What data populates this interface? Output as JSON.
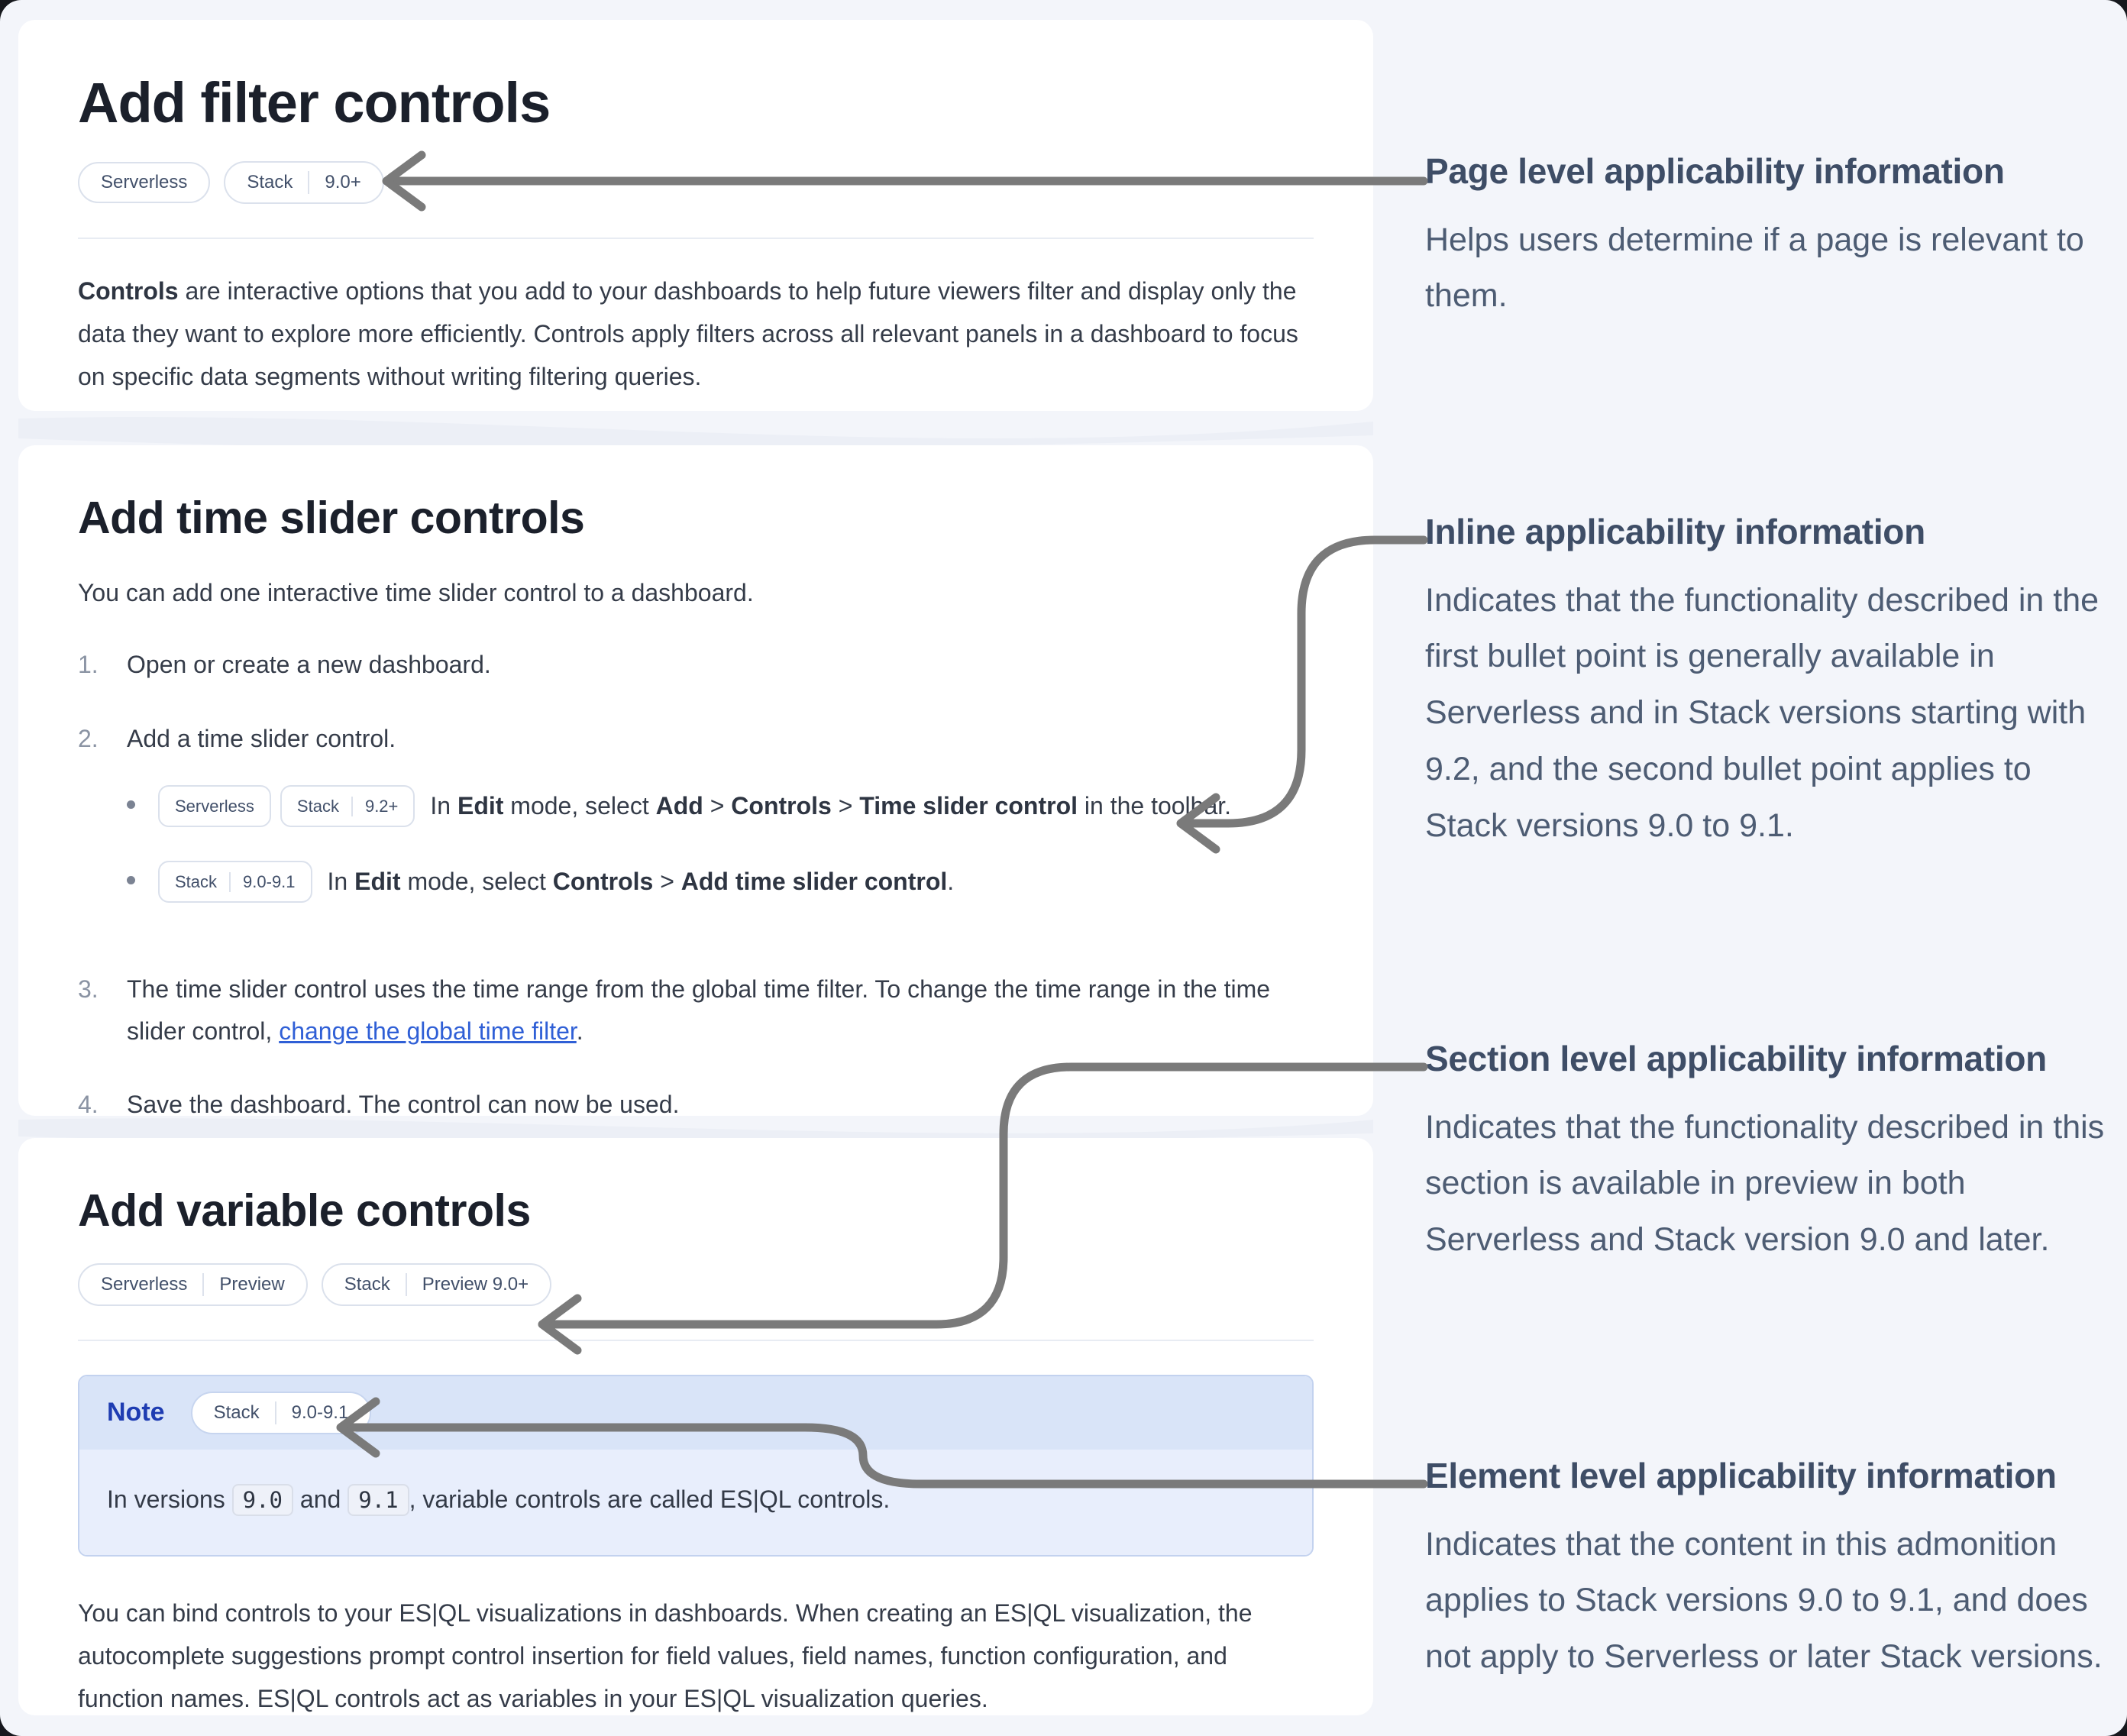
{
  "theme": {
    "page_bg": "#f3f5fa",
    "card_bg": "#ffffff",
    "arrow_color": "#7a7a7a",
    "link_color": "#2f5fd6",
    "note_header_bg": "#d9e4f8",
    "note_body_bg": "#e8eefc",
    "note_label_color": "#1e3cb2",
    "annotation_text_color": "#4d5c73"
  },
  "cards": [
    {
      "heading": "Add filter controls",
      "badges": [
        [
          "Serverless"
        ],
        [
          "Stack",
          "9.0+"
        ]
      ],
      "paragraph": [
        {
          "t": "bold",
          "v": "Controls"
        },
        {
          "t": "text",
          "v": " are interactive options that you add to your dashboards to help future viewers filter and display only the data they want to explore more efficiently. Controls apply filters across all relevant panels in a dashboard to focus on specific data segments without writing filtering queries."
        }
      ]
    },
    {
      "heading": "Add time slider controls",
      "intro": "You can add one interactive time slider control to a dashboard.",
      "steps": [
        {
          "num": "1.",
          "segments": [
            {
              "t": "text",
              "v": "Open or create a new dashboard."
            }
          ]
        },
        {
          "num": "2.",
          "segments": [
            {
              "t": "text",
              "v": "Add a time slider control."
            }
          ],
          "bullets": [
            {
              "badges": [
                [
                  "Serverless"
                ],
                [
                  "Stack",
                  "9.2+"
                ]
              ],
              "segments": [
                {
                  "t": "text",
                  "v": "In "
                },
                {
                  "t": "bold",
                  "v": "Edit"
                },
                {
                  "t": "text",
                  "v": " mode, select "
                },
                {
                  "t": "bold",
                  "v": "Add"
                },
                {
                  "t": "text",
                  "v": " > "
                },
                {
                  "t": "bold",
                  "v": "Controls"
                },
                {
                  "t": "text",
                  "v": " > "
                },
                {
                  "t": "bold",
                  "v": "Time slider control"
                },
                {
                  "t": "text",
                  "v": " in the toolbar."
                }
              ]
            },
            {
              "badges": [
                [
                  "Stack",
                  "9.0-9.1"
                ]
              ],
              "segments": [
                {
                  "t": "text",
                  "v": "In "
                },
                {
                  "t": "bold",
                  "v": "Edit"
                },
                {
                  "t": "text",
                  "v": " mode, select "
                },
                {
                  "t": "bold",
                  "v": "Controls"
                },
                {
                  "t": "text",
                  "v": " > "
                },
                {
                  "t": "bold",
                  "v": "Add time slider control"
                },
                {
                  "t": "text",
                  "v": "."
                }
              ]
            }
          ]
        },
        {
          "num": "3.",
          "segments": [
            {
              "t": "text",
              "v": "The time slider control uses the time range from the global time filter. To change the time range in the time slider control, "
            },
            {
              "t": "link",
              "v": "change the global time filter"
            },
            {
              "t": "text",
              "v": "."
            }
          ]
        },
        {
          "num": "4.",
          "segments": [
            {
              "t": "text",
              "v": "Save the dashboard. The control can now be used."
            }
          ]
        }
      ]
    },
    {
      "heading": "Add variable controls",
      "badges": [
        [
          "Serverless",
          "Preview"
        ],
        [
          "Stack",
          "Preview 9.0+"
        ]
      ],
      "note": {
        "label": "Note",
        "badge": [
          "Stack",
          "9.0-9.1"
        ],
        "segments": [
          {
            "t": "text",
            "v": "In versions "
          },
          {
            "t": "code",
            "v": "9.0"
          },
          {
            "t": "text",
            "v": " and "
          },
          {
            "t": "code",
            "v": "9.1"
          },
          {
            "t": "text",
            "v": ", variable controls are called ES|QL controls."
          }
        ]
      },
      "paragraph": [
        {
          "t": "text",
          "v": "You can bind controls to your ES|QL visualizations in dashboards. When creating an ES|QL visualization, the autocomplete suggestions prompt control insertion for field values, field names, function configuration, and function names. ES|QL controls act as variables in your ES|QL visualization queries."
        }
      ]
    }
  ],
  "annotations": [
    {
      "title": "Page level applicability information",
      "body": "Helps users determine if a page is relevant to them."
    },
    {
      "title": "Inline applicability information",
      "body": "Indicates that the functionality described in the first bullet point is generally available in Serverless and in Stack versions starting with 9.2, and the second bullet point applies to Stack versions 9.0 to 9.1."
    },
    {
      "title": "Section level applicability information",
      "body": "Indicates that the functionality described in this section is available in preview in both Serverless and Stack version 9.0 and later."
    },
    {
      "title": "Element level applicability information",
      "body": "Indicates that the content in this admonition applies to Stack versions 9.0 to 9.1, and does not apply to Serverless or later Stack versions."
    }
  ]
}
